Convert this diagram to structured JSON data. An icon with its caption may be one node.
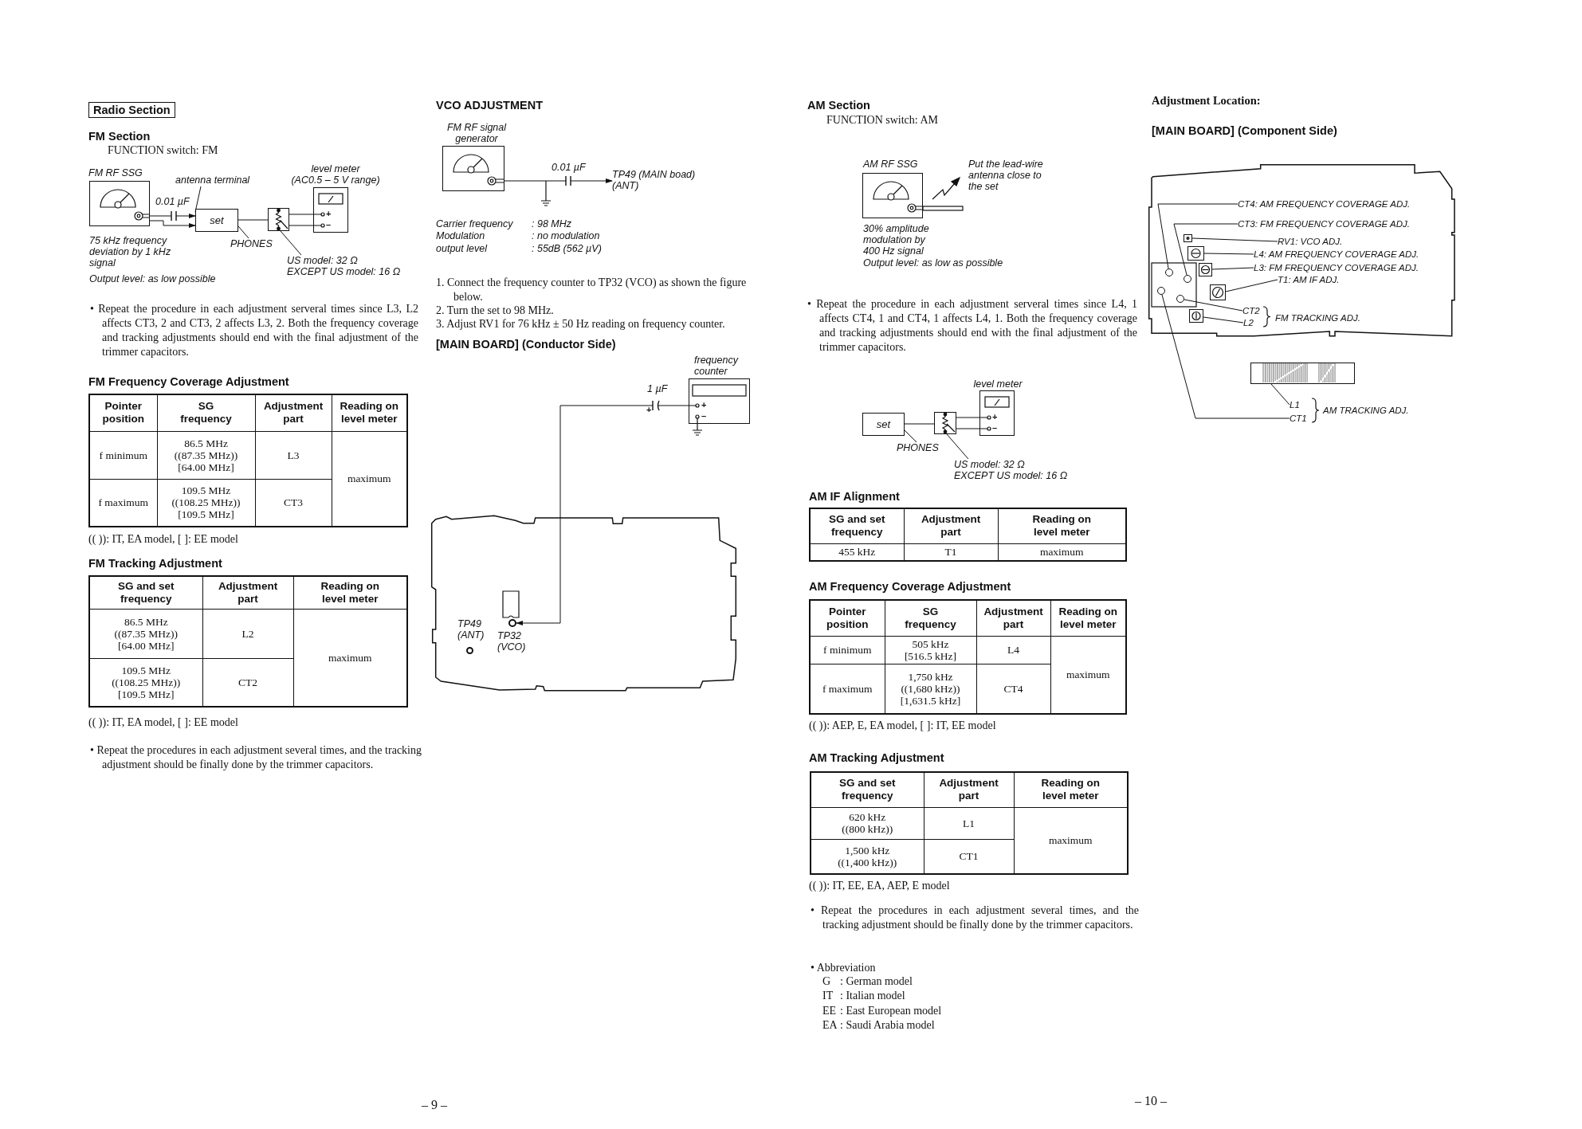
{
  "diagram": {
    "title": "Radio Section",
    "nodes": [
      {
        "text": [
          "FM RF SSG"
        ],
        "beside": [
          "75 kHz frequency deviation by 1 kHz signal",
          "Output level: as low possible"
        ]
      },
      {
        "text": [
          "set"
        ]
      },
      {
        "text": [],
        "shape": "box"
      },
      {
        "text": [
          "level meter",
          "(AC0.5 – 5 V range)"
        ]
      },
      {
        "text": [
          "antenna terminal"
        ]
      },
      {
        "text": [
          "PHONES"
        ]
      },
      {
        "text": [
          "US model: 32 Ω",
          "EXCEPT US model: 16 Ω"
        ]
      },
      {
        "text": [
          "FM RF signal generator"
        ]
      },
      {
        "text": [
          "TP49 (MAIN boad) (ANT)"
        ]
      },
      {
        "text": [
          "frequency counter"
        ]
      },
      {
        "text": [],
        "shape": "board"
      },
      {
        "text": [],
        "shape": "circle",
        "in": 10,
        "beside": [
          "TP49 (ANT)"
        ]
      },
      {
        "text": [],
        "shape": "circle",
        "in": 10,
        "beside": [
          "TP32 (VCO)"
        ]
      },
      {
        "text": [
          "AM RF SSG"
        ],
        "beside": [
          "30% amplitude modulation by 400 Hz signal",
          "Output level: as low as possible"
        ]
      },
      {
        "text": [
          "set"
        ]
      },
      {
        "text": [],
        "shape": "box"
      },
      {
        "text": [
          "level meter"
        ]
      },
      {
        "text": [
          "PHONES"
        ]
      },
      {
        "text": [
          "US model: 32 Ω",
          "EXCEPT US model: 16 Ω"
        ]
      },
      {
        "text": [],
        "shape": "board"
      },
      {
        "text": [],
        "shape": "circle",
        "in": 19
      },
      {
        "text": [],
        "shape": "circle",
        "in": 19
      },
      {
        "text": [],
        "shape": "box",
        "in": 19
      },
      {
        "text": [],
        "shape": "box",
        "in": 19
      },
      {
        "text": [],
        "shape": "box",
        "in": 19
      },
      {
        "text": [],
        "shape": "box",
        "in": 19
      },
      {
        "text": [],
        "shape": "circle",
        "in": 19
      },
      {
        "text": [],
        "shape": "circle",
        "in": 19
      },
      {
        "text": [],
        "shape": "box",
        "in": 19
      },
      {
        "text": [],
        "shape": "bar"
      },
      {
        "text": [
          "CT4: AM FREQUENCY COVERAGE ADJ."
        ],
        "in": 19
      },
      {
        "text": [
          "CT3: FM FREQUENCY COVERAGE ADJ."
        ],
        "in": 19
      },
      {
        "text": [
          "RV1: VCO ADJ."
        ],
        "in": 19
      },
      {
        "text": [
          "L4: AM FREQUENCY COVERAGE ADJ."
        ],
        "in": 19
      },
      {
        "text": [
          "L3: FM FREQUENCY COVERAGE ADJ."
        ],
        "in": 19
      },
      {
        "text": [
          "T1: AM IF ADJ."
        ],
        "in": 19
      },
      {
        "text": [
          "CT2"
        ],
        "in": 19
      },
      {
        "text": [
          "L2"
        ],
        "in": 19
      },
      {
        "text": [
          "L1"
        ]
      },
      {
        "text": [
          "CT1"
        ]
      }
    ],
    "edges": [
      {
        "from": 0,
        "to": 1,
        "arrow": "to"
      },
      {
        "from": 0,
        "to": 1,
        "arrow": "to"
      },
      {
        "from": 4,
        "to": 1,
        "arrow": "none"
      },
      {
        "from": 1,
        "to": 2,
        "arrow": "none"
      },
      {
        "from": 2,
        "to": 3,
        "arrow": "none"
      },
      {
        "from": 2,
        "to": 3,
        "arrow": "none"
      },
      {
        "from": 5,
        "to": 1,
        "arrow": "none"
      },
      {
        "from": 6,
        "to": 2,
        "arrow": "none"
      },
      {
        "from": 7,
        "to": 8,
        "arrow": "to"
      },
      {
        "from": 9,
        "to": 12,
        "arrow": "to"
      },
      {
        "from": 14,
        "to": 15,
        "arrow": "none"
      },
      {
        "from": 15,
        "to": 16,
        "arrow": "none"
      },
      {
        "from": 15,
        "to": 16,
        "arrow": "none"
      },
      {
        "from": 17,
        "to": 14,
        "arrow": "none"
      },
      {
        "from": 18,
        "to": 15,
        "arrow": "none"
      },
      {
        "from": 30,
        "to": 20,
        "arrow": "none"
      },
      {
        "from": 31,
        "to": 21,
        "arrow": "none"
      },
      {
        "from": 32,
        "to": 22,
        "arrow": "none"
      },
      {
        "from": 33,
        "to": 23,
        "arrow": "none"
      },
      {
        "from": 34,
        "to": 24,
        "arrow": "none"
      },
      {
        "from": 35,
        "to": 25,
        "arrow": "none"
      },
      {
        "from": 36,
        "to": 27,
        "arrow": "none"
      },
      {
        "from": 37,
        "to": 28,
        "arrow": "none"
      },
      {
        "from": 38,
        "to": 29,
        "arrow": "none"
      },
      {
        "from": 39,
        "to": 26,
        "arrow": "none"
      }
    ],
    "labels": [
      "FM Section",
      "FUNCTION switch: FM",
      "0.01 µF",
      "• Repeat the procedure in each adjustment serveral times since L3, L2 affects CT3, 2 and CT3, 2 affects L3, 2. Both the frequency coverage and tracking adjustments should end with the final adjustment of the trimmer capacitors.",
      "FM Frequency Coverage Adjustment",
      "Pointer position",
      "SG frequency",
      "Adjustment part",
      "Reading on level meter",
      "f minimum",
      "86.5 MHz ((87.35 MHz)) [64.00 MHz]",
      "L3",
      "maximum",
      "f maximum",
      "109.5 MHz ((108.25 MHz)) [109.5 MHz]",
      "CT3",
      "(( )): IT, EA model, [ ]: EE model",
      "FM Tracking Adjustment",
      "SG and set frequency",
      "Adjustment part",
      "Reading on level meter",
      "86.5 MHz ((87.35 MHz)) [64.00 MHz]",
      "L2",
      "maximum",
      "109.5 MHz ((108.25 MHz)) [109.5 MHz]",
      "CT2",
      "(( )): IT, EA model, [ ]: EE model",
      "• Repeat the procedures in each adjustment several times, and the tracking adjustment should be finally done by the trimmer capacitors.",
      "VCO ADJUSTMENT",
      "0.01 µF",
      "Carrier frequency",
      ": 98 MHz",
      "Modulation",
      ": no modulation",
      "output level",
      ": 55dB (562 µV)",
      "1. Connect the frequency counter to TP32 (VCO) as shown the figure below.",
      "2. Turn the set to 98 MHz.",
      "3. Adjust RV1 for 76 kHz ± 50 Hz reading on frequency counter.",
      "[MAIN BOARD] (Conductor Side)",
      "1 µF",
      "AM Section",
      "FUNCTION switch: AM",
      "Put the lead-wire antenna close to the set",
      "• Repeat the procedure in each adjustment serveral times since L4, 1 affects CT4, 1 and CT4, 1 affects L4, 1. Both the frequency coverage and tracking adjustments should end with the final adjustment of the trimmer capacitors.",
      "AM IF Alignment",
      "SG and set frequency",
      "Adjustment part",
      "Reading on level meter",
      "455 kHz",
      "T1",
      "maximum",
      "AM Frequency Coverage Adjustment",
      "Pointer position",
      "SG frequency",
      "Adjustment part",
      "Reading on level meter",
      "f minimum",
      "505 kHz [516.5 kHz]",
      "L4",
      "maximum",
      "f maximum",
      "1,750 kHz ((1,680 kHz)) [1,631.5 kHz]",
      "CT4",
      "(( )): AEP, E, EA model, [ ]: IT, EE model",
      "AM Tracking Adjustment",
      "SG and set frequency",
      "Adjustment part",
      "Reading on level meter",
      "620 kHz ((800 kHz))",
      "L1",
      "maximum",
      "1,500 kHz ((1,400 kHz))",
      "CT1",
      "(( )): IT, EE, EA, AEP, E model",
      "• Repeat the procedures in each adjustment several times, and the tracking adjustment should be finally done by the trimmer capacitors.",
      "• Abbreviation",
      "G",
      ": German model",
      "IT",
      ": Italian model",
      "EE",
      ": East European model",
      "EA",
      ": Saudi Arabia model",
      "Adjustment Location:",
      "[MAIN BOARD] (Component Side)",
      "FM TRACKING ADJ.",
      "AM TRACKING ADJ.",
      "– 9 –",
      "– 10 –",
      "+",
      "–",
      "+",
      "–",
      "+",
      "+",
      "–"
    ]
  }
}
